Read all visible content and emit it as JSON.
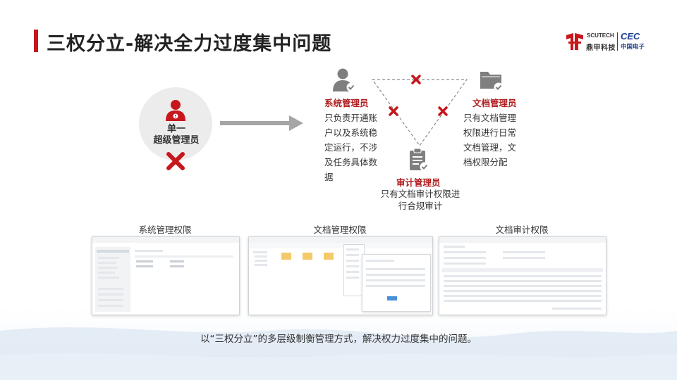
{
  "title": "三权分立-解决全力过度集中问题",
  "logo": {
    "brand_en": "SCUTECH",
    "brand_cn": "鼎甲科技",
    "partner_en": "CEC",
    "partner_cn": "中国电子",
    "icon": "scutech-logo-icon"
  },
  "super_admin": {
    "line1": "单一",
    "line2": "超级管理员",
    "icon": "user-icon",
    "status_icon": "red-x-icon"
  },
  "roles": {
    "system_admin": {
      "title": "系统管理员",
      "desc_lines": [
        "只负责开通账",
        "户以及系统稳",
        "定运行，不涉",
        "及任务具体数",
        "据"
      ],
      "icon": "user-check-icon"
    },
    "doc_admin": {
      "title": "文档管理员",
      "desc_lines": [
        "只有文档管理",
        "权限进行日常",
        "文档管理，文",
        "档权限分配"
      ],
      "icon": "folder-check-icon"
    },
    "audit_admin": {
      "title": "审计管理员",
      "desc_lines": [
        "只有文档审计权限进",
        "行合规审计"
      ],
      "icon": "clipboard-check-icon"
    }
  },
  "screenshots": [
    {
      "label": "系统管理权限"
    },
    {
      "label": "文档管理权限"
    },
    {
      "label": "文档审计权限"
    }
  ],
  "bottom_text": "以“三权分立”的多层级制衡管理方式，解决权力过度集中的问题。",
  "colors": {
    "accent_red": "#c8161d",
    "role_title_red": "#b11d1f",
    "cec_blue": "#1d3f8f",
    "circle_gray": "#ececec"
  }
}
